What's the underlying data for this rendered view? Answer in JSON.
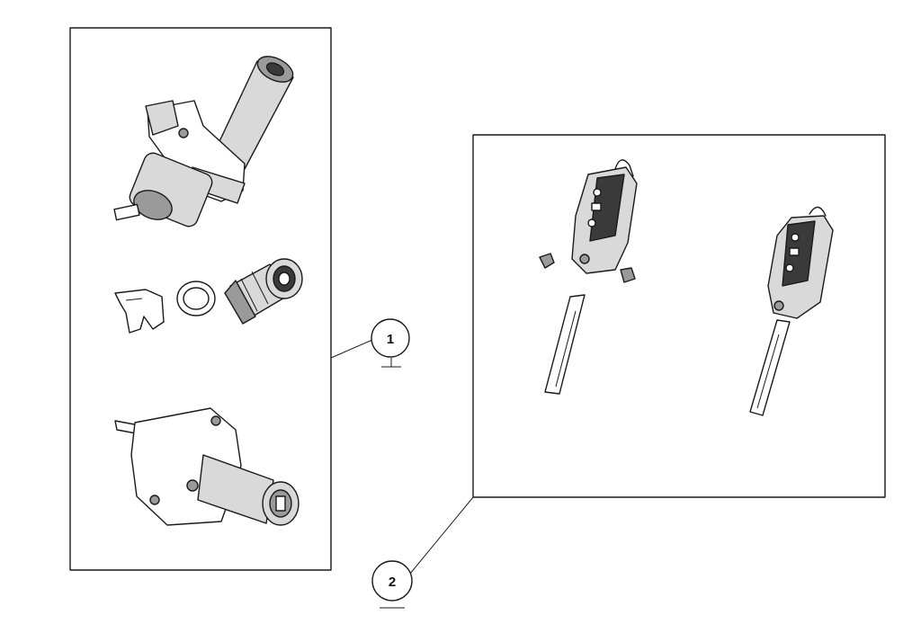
{
  "callouts": [
    {
      "number": "1",
      "target": "ignition-lock-cylinder-kit"
    },
    {
      "number": "2",
      "target": "folding-key-set"
    }
  ]
}
